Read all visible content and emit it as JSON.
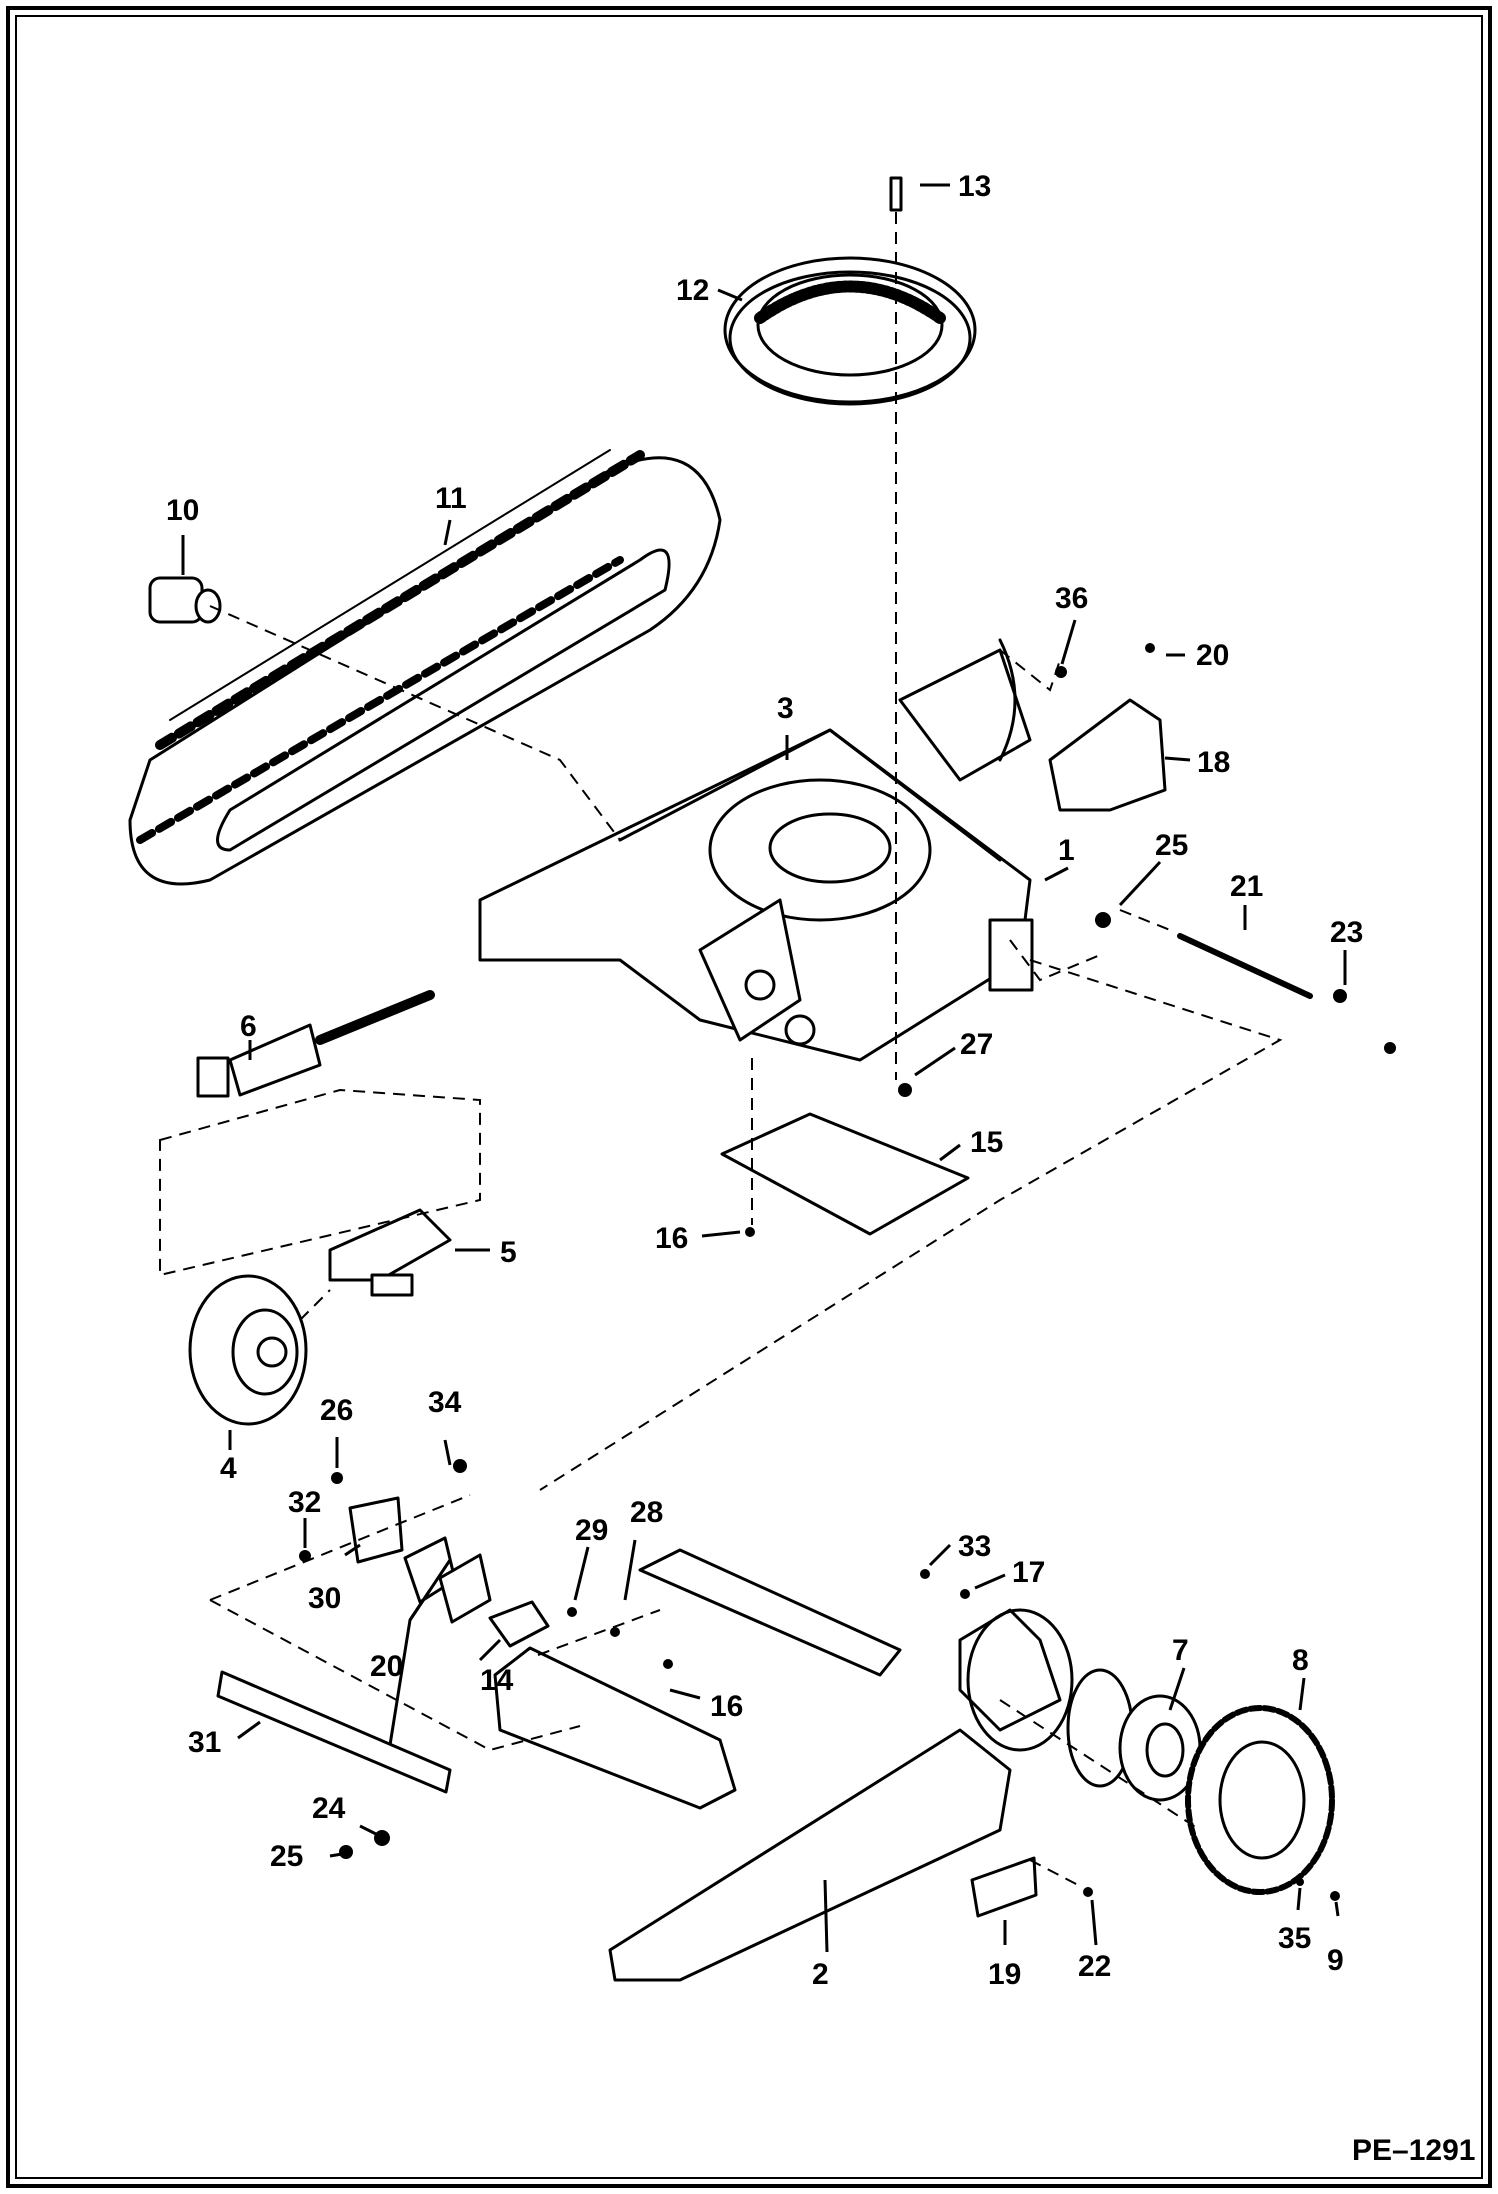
{
  "figure_code": "PE–1291",
  "callouts": [
    "1",
    "2",
    "3",
    "4",
    "5",
    "6",
    "7",
    "8",
    "9",
    "10",
    "11",
    "12",
    "13",
    "14",
    "15",
    "16",
    "16",
    "17",
    "18",
    "19",
    "20",
    "20",
    "21",
    "22",
    "23",
    "24",
    "25",
    "25",
    "26",
    "27",
    "28",
    "29",
    "30",
    "31",
    "32",
    "33",
    "34",
    "35",
    "36"
  ]
}
